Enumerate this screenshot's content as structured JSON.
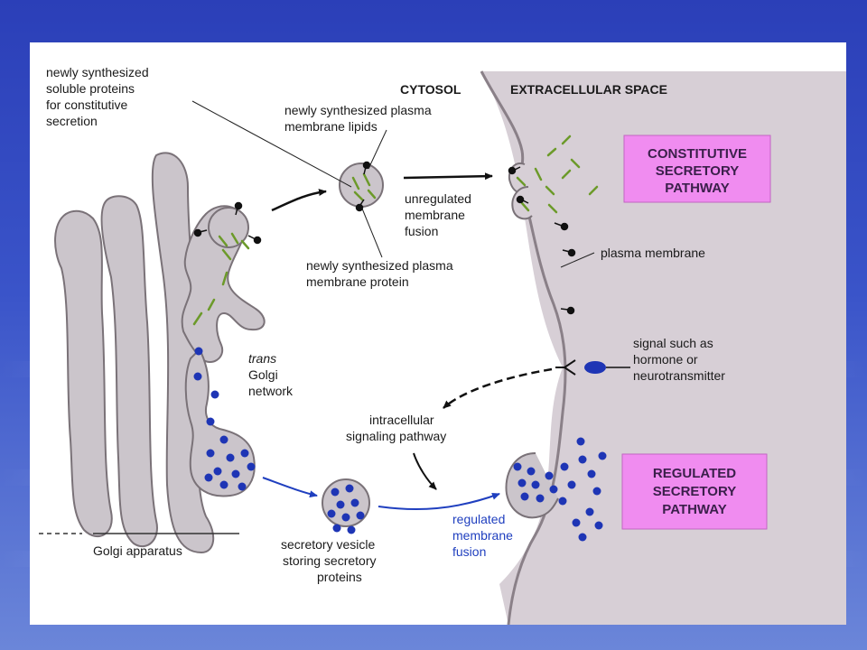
{
  "labels": {
    "cytosol": "CYTOSOL",
    "extracellular": "EXTRACELLULAR SPACE",
    "soluble": [
      "newly synthesized",
      "soluble proteins",
      "for constitutive",
      "secretion"
    ],
    "lipids": [
      "newly synthesized plasma",
      "membrane lipids"
    ],
    "unregulated": [
      "unregulated",
      "membrane",
      "fusion"
    ],
    "membrane_protein": [
      "newly synthesized plasma",
      "membrane protein"
    ],
    "plasma_membrane": "plasma membrane",
    "signal": [
      "signal such as",
      "hormone or",
      "neurotransmitter"
    ],
    "trans_golgi": [
      "trans",
      "Golgi",
      "network"
    ],
    "intracellular": [
      "intracellular",
      "signaling pathway"
    ],
    "golgi_apparatus": "Golgi apparatus",
    "secretory_vesicle": [
      "secretory vesicle",
      "storing secretory",
      "proteins"
    ],
    "regulated_fusion": [
      "regulated",
      "membrane",
      "fusion"
    ]
  },
  "boxes": {
    "constitutive": [
      "CONSTITUTIVE",
      "SECRETORY",
      "PATHWAY"
    ],
    "regulated": [
      "REGULATED",
      "SECRETORY",
      "PATHWAY"
    ]
  },
  "colors": {
    "extracellular": "#d7cfd6",
    "golgi_fill": "#cbc5cb",
    "box_fill": "#f08cf0",
    "blue_dot": "#1e35b5",
    "green_rod": "#6c9a2a",
    "blue_label": "#1f3fbf"
  }
}
